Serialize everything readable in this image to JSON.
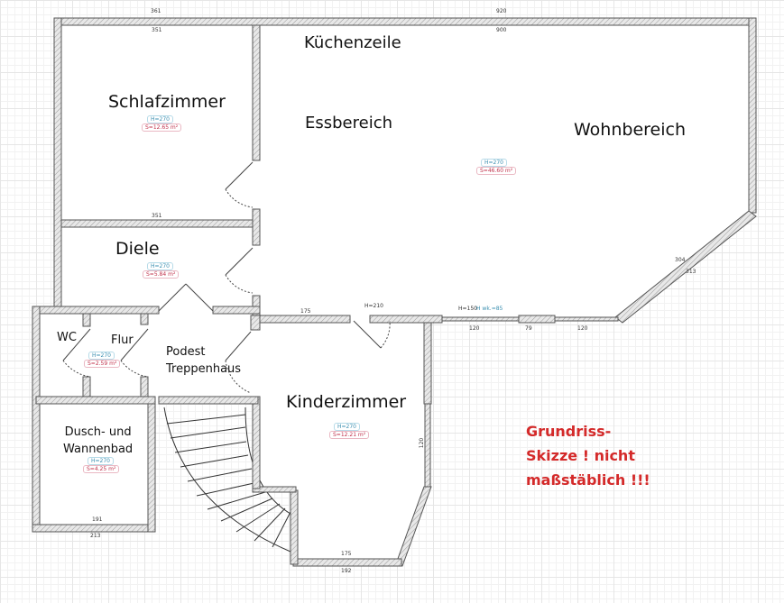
{
  "rooms": {
    "kuechenzeile": "Küchenzeile",
    "schlafzimmer": {
      "name": "Schlafzimmer",
      "height": "H=270",
      "area": "S=12.65 m²"
    },
    "essbereich": "Essbereich",
    "wohnbereich": {
      "name": "Wohnbereich",
      "height": "H=270",
      "area": "S=46.60 m²"
    },
    "diele": {
      "name": "Diele",
      "height": "H=270",
      "area": "S=5.84 m²"
    },
    "wc": "WC",
    "flur": {
      "name": "Flur",
      "height": "H=270",
      "area": "S=2.59 m²"
    },
    "podest": {
      "line1": "Podest",
      "line2": "Treppenhaus"
    },
    "kinderzimmer": {
      "name": "Kinderzimmer",
      "height": "H=270",
      "area": "S=12.21 m²"
    },
    "bad": {
      "line1": "Dusch- und",
      "line2": "Wannenbad",
      "height": "H=270",
      "area": "S=4.25 m²"
    }
  },
  "dimensions": {
    "top_left": "361",
    "top_right": "920",
    "inner_left": "351",
    "inner_right": "900",
    "schlaf_bottom": "351",
    "diag_outer": "313",
    "diag_inner": "304",
    "kinder_bottom": "175",
    "kinder_outer_bottom": "192",
    "bad_bottom": "191",
    "bad_outer_bottom": "213",
    "window_1": "120",
    "window_2": "120",
    "window_3": "120",
    "pier": "79",
    "seg_175": "175",
    "door_h": "H=210",
    "window_h": "H=150",
    "sill": "H wk.=85"
  },
  "note": {
    "line1": "Grundriss-",
    "line2": "Skizze ! nicht",
    "line3": "maßstäblich !!!"
  },
  "colors": {
    "wall": "#7a7a7a",
    "hatch": "#d0d0d0",
    "note": "#d42a2a"
  }
}
